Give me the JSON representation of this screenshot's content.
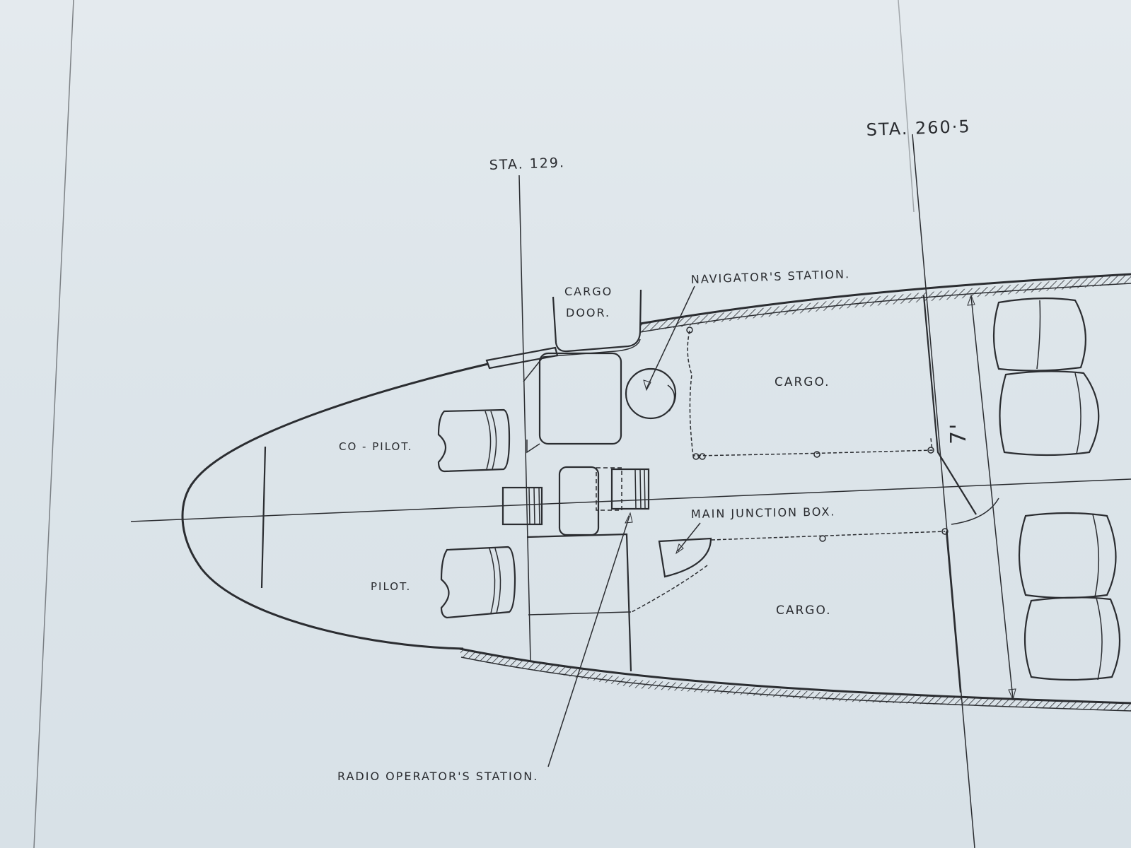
{
  "drawing": {
    "stations": {
      "forward": "STA. 129.",
      "aft": "STA. 260·5"
    },
    "labels": {
      "cargo_door": [
        "CARGO",
        "DOOR."
      ],
      "navigator_station": "NAVIGATOR'S STATION.",
      "cargo_upper": "CARGO.",
      "cargo_lower": "CARGO.",
      "co_pilot": "CO - PILOT.",
      "pilot": "PILOT.",
      "main_junction_box": "MAIN JUNCTION BOX.",
      "radio_operator_station": "RADIO OPERATOR'S STATION.",
      "dimension_width": "7'"
    }
  }
}
